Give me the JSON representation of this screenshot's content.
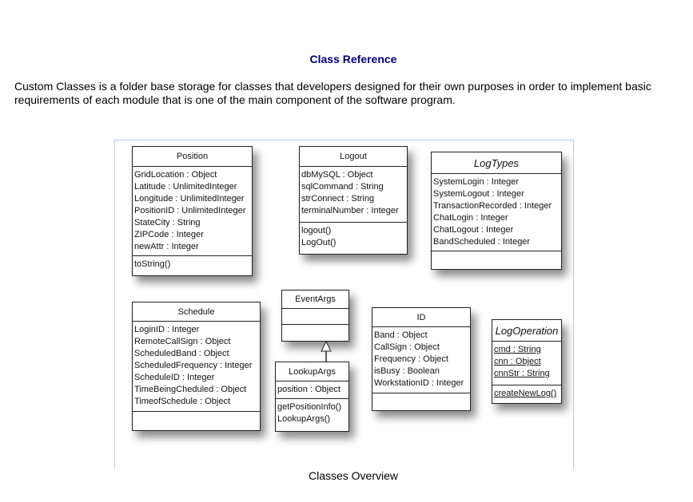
{
  "title": "Class Reference",
  "intro": "Custom Classes is a folder base storage for classes that developers designed for their own purposes in order to implement basic requirements of each module that is one of the main component of the software program.",
  "caption": "Classes Overview",
  "classes": [
    {
      "name": "Position",
      "italic": false,
      "attributes": [
        "GridLocation : Object",
        "Latitude : UnlimitedInteger",
        "Longitude : UnlimitedInteger",
        "PositionID : UnlimitedInteger",
        "StateCity : String",
        "ZIPCode : Integer",
        "newAttr : Integer"
      ],
      "operations": [
        "toString()"
      ]
    },
    {
      "name": "Logout",
      "italic": false,
      "attributes": [
        "dbMySQL : Object",
        "sqlCommand : String",
        "strConnect : String",
        "terminalNumber : Integer"
      ],
      "operations": [
        "logout()",
        "LogOut()"
      ]
    },
    {
      "name": "LogTypes",
      "italic": true,
      "attributes": [
        "SystemLogin : Integer",
        "SystemLogout : Integer",
        "TransactionRecorded : Integer",
        "ChatLogin : Integer",
        "ChatLogout : Integer",
        "BandScheduled : Integer"
      ],
      "operations": []
    },
    {
      "name": "Schedule",
      "italic": false,
      "attributes": [
        "LoginID : Integer",
        "RemoteCallSign : Object",
        "ScheduledBand : Object",
        "ScheduledFrequency : Integer",
        "ScheduleID : Integer",
        "TimeBeingCheduled : Object",
        "TimeofSchedule : Object"
      ],
      "operations": []
    },
    {
      "name": "EventArgs",
      "italic": false,
      "attributes": [],
      "operations": []
    },
    {
      "name": "LookupArgs",
      "italic": false,
      "attributes": [
        "position : Object"
      ],
      "operations": [
        "getPositionInfo()",
        "LookupArgs()"
      ]
    },
    {
      "name": "ID",
      "italic": false,
      "attributes": [
        "Band : Object",
        "CallSign : Object",
        "Frequency : Object",
        "isBusy : Boolean",
        "WorkstationID : Integer"
      ],
      "operations": []
    },
    {
      "name": "LogOperation",
      "italic": true,
      "static": true,
      "attributes": [
        "cmd : String",
        "cnn : Object",
        "cnnStr : String"
      ],
      "operations": [
        "createNewLog()"
      ]
    }
  ],
  "relations": [
    {
      "type": "generalization",
      "from": "LookupArgs",
      "to": "EventArgs"
    }
  ]
}
